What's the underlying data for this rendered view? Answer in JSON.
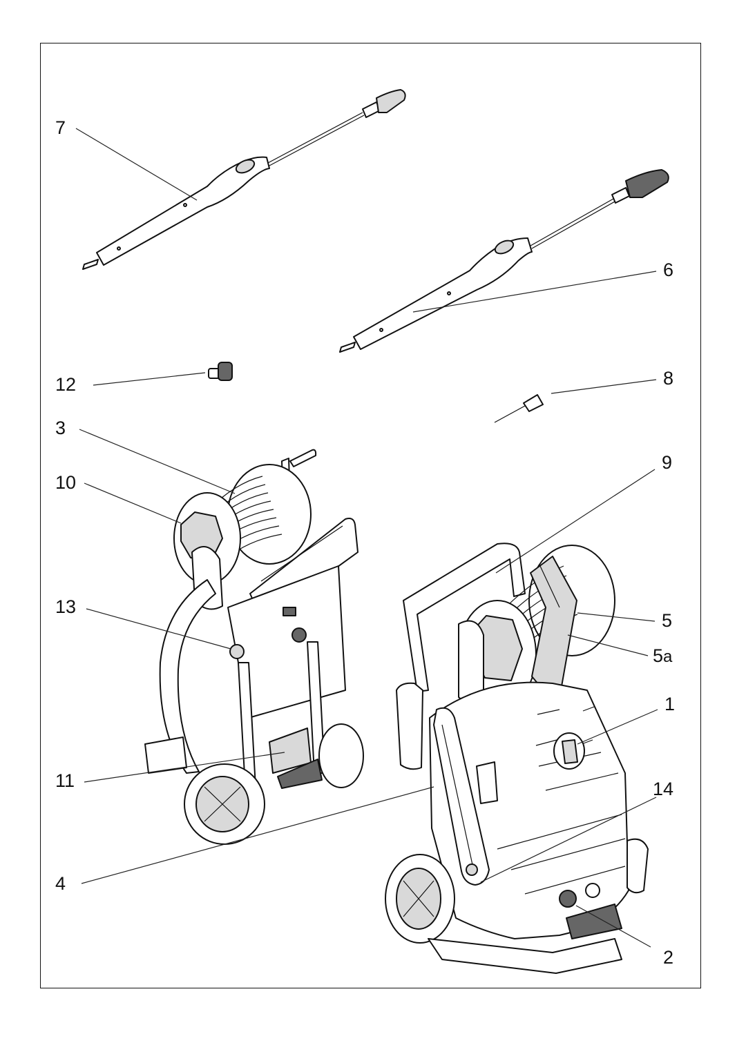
{
  "labels": {
    "l7": "7",
    "l6": "6",
    "l12": "12",
    "l8": "8",
    "l3": "3",
    "l10": "10",
    "l9": "9",
    "l13": "13",
    "l5": "5",
    "l5a_main": "5",
    "l5a_sub": "a",
    "l1": "1",
    "l11": "11",
    "l14": "14",
    "l4": "4",
    "l2": "2"
  },
  "colors": {
    "line": "#111111",
    "shade": "#d9d9d9",
    "dark": "#666666",
    "background": "#ffffff"
  }
}
